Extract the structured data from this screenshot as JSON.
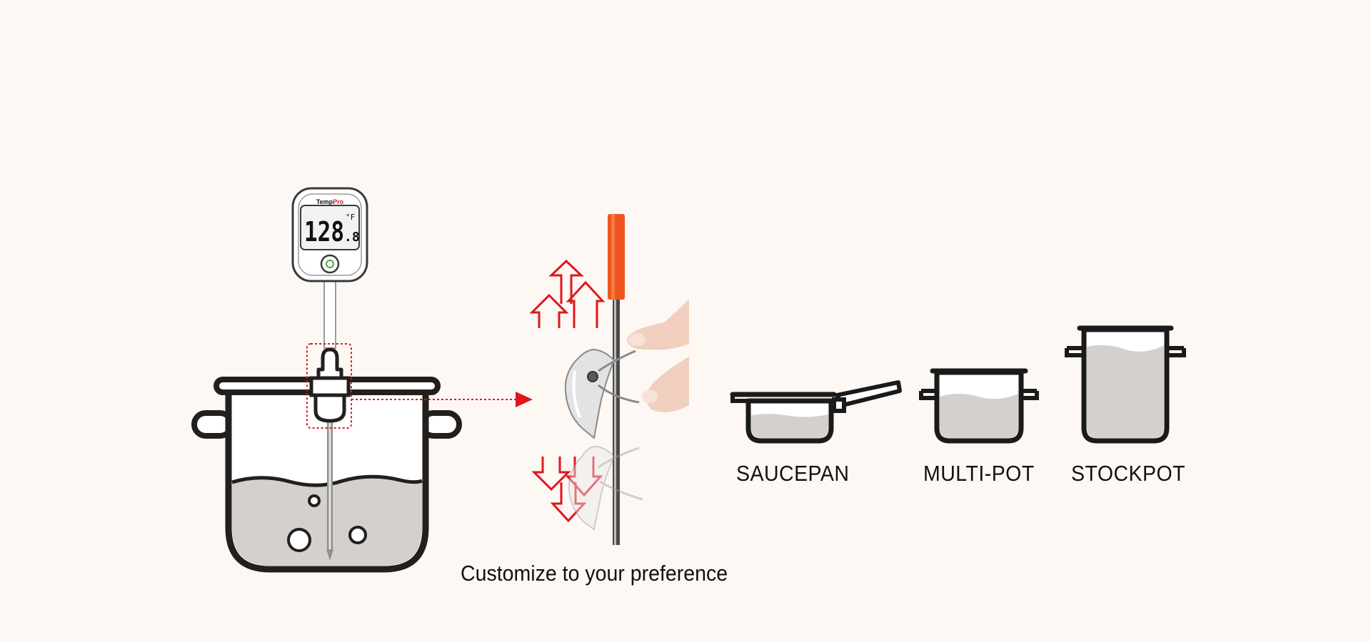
{
  "thermometer": {
    "brand_prefix": "Temp",
    "brand_suffix": "Pro",
    "reading": "128",
    "reading_decimal": ".8",
    "unit": "°F"
  },
  "caption": "Customize to your preference",
  "pots": [
    {
      "label": "SAUCEPAN"
    },
    {
      "label": "MULTI-POT"
    },
    {
      "label": "STOCKPOT"
    }
  ],
  "colors": {
    "background": "#fdf8f3",
    "outline": "#231f1c",
    "water": "#d4d1cd",
    "accent_red": "#e0161e",
    "probe_cap": "#f0551e"
  }
}
